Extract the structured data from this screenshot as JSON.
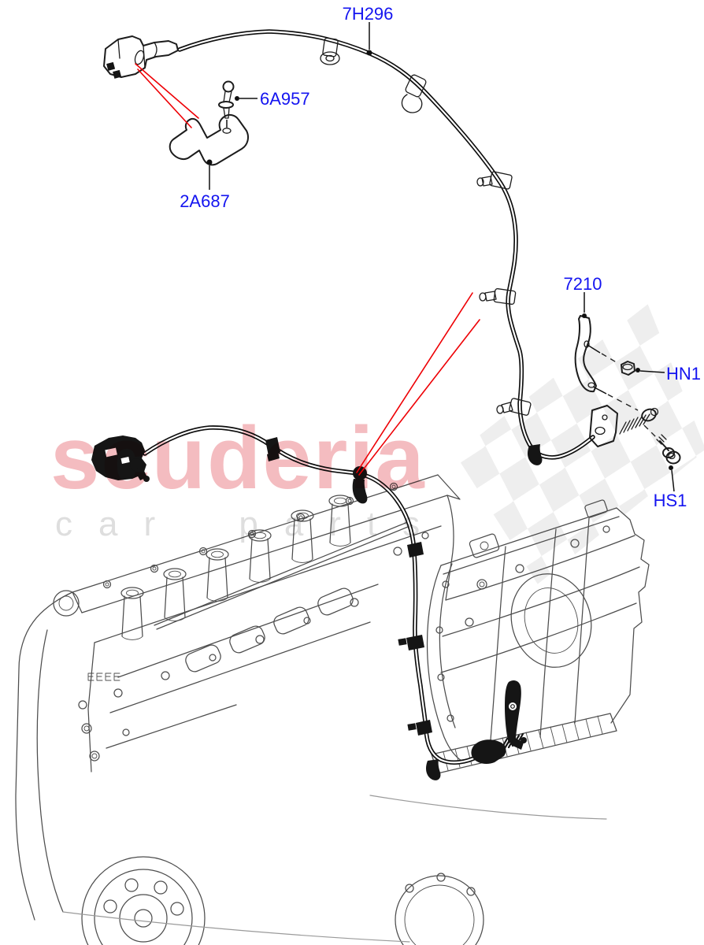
{
  "watermark": {
    "brand": "scuderia",
    "subtitle": "car parts"
  },
  "parts": {
    "shift_cable": "7H296",
    "ball_pin": "6A957",
    "cable_bracket": "2A687",
    "selector_lever": "7210",
    "flange_nut": "HN1",
    "flange_screw": "HS1"
  },
  "colors": {
    "part_label_blue": "#1414f0",
    "pointer_red": "#ee0005",
    "brand_pink": "#f4bcc0",
    "subtitle_gray": "#dedede",
    "checker_gray": "#ececec",
    "line_art_gray": "#4d4d4d",
    "cable_black": "#0d0d0d"
  }
}
